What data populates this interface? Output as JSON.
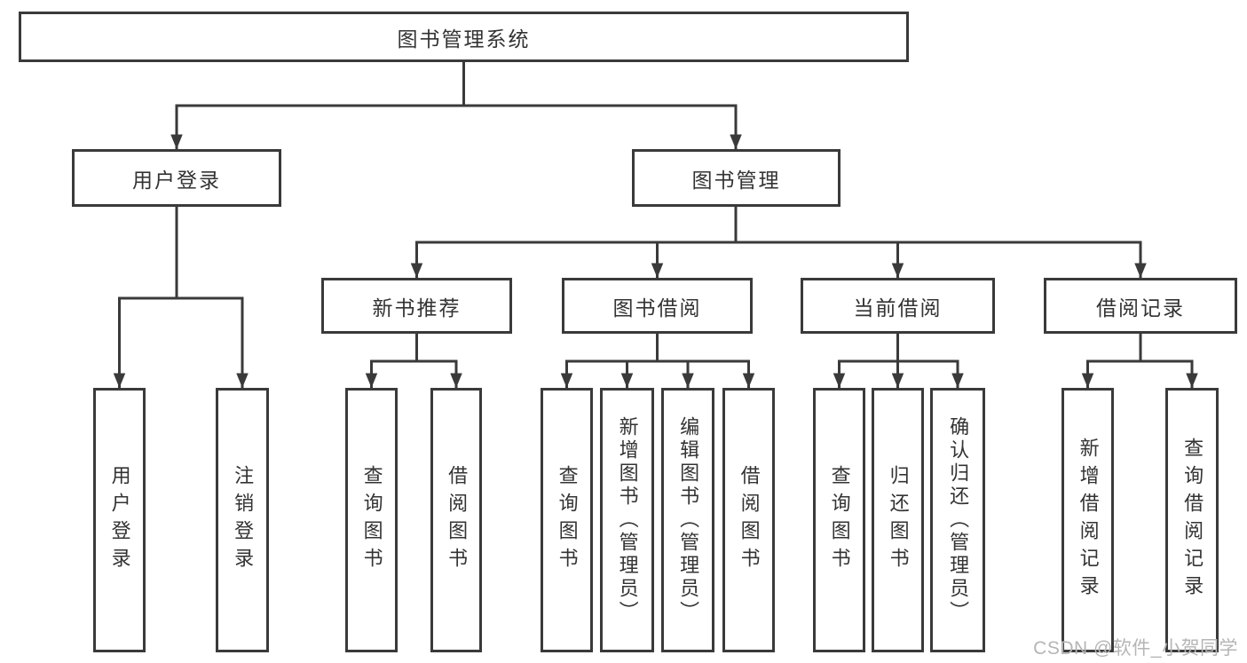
{
  "diagram": {
    "title": "图书管理系统",
    "root": {
      "label": "图书管理系统"
    },
    "level2": [
      {
        "label": "用户登录"
      },
      {
        "label": "图书管理"
      }
    ],
    "level3": [
      {
        "label": "新书推荐",
        "parent": "图书管理"
      },
      {
        "label": "图书借阅",
        "parent": "图书管理"
      },
      {
        "label": "当前借阅",
        "parent": "图书管理"
      },
      {
        "label": "借阅记录",
        "parent": "图书管理"
      }
    ],
    "leaves": [
      {
        "label": "用户登录",
        "parent": "用户登录"
      },
      {
        "label": "注销登录",
        "parent": "用户登录"
      },
      {
        "label": "查询图书",
        "parent": "新书推荐"
      },
      {
        "label": "借阅图书",
        "parent": "新书推荐"
      },
      {
        "label": "查询图书",
        "parent": "图书借阅"
      },
      {
        "label": "新增图书（管理员）",
        "parent": "图书借阅"
      },
      {
        "label": "编辑图书（管理员）",
        "parent": "图书借阅"
      },
      {
        "label": "借阅图书",
        "parent": "图书借阅"
      },
      {
        "label": "查询图书",
        "parent": "当前借阅"
      },
      {
        "label": "归还图书",
        "parent": "当前借阅"
      },
      {
        "label": "确认归还（管理员）",
        "parent": "当前借阅"
      },
      {
        "label": "新增借阅记录",
        "parent": "借阅记录"
      },
      {
        "label": "查询借阅记录",
        "parent": "借阅记录"
      }
    ]
  },
  "watermark": {
    "text": "CSDN @软件_小贺同学"
  },
  "colors": {
    "line": "#3a3a3a",
    "text": "#333333",
    "watermark": "#b5b5b5",
    "background": "#ffffff"
  }
}
